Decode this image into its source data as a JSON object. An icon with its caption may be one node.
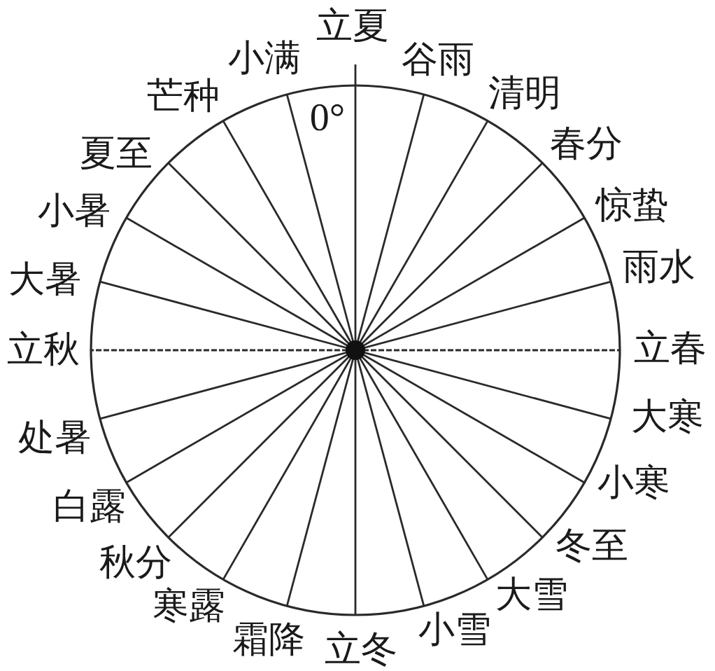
{
  "diagram": {
    "labels": [
      "立夏",
      "谷雨",
      "清明",
      "春分",
      "惊蛰",
      "雨水",
      "立春",
      "大寒",
      "小寒",
      "冬至",
      "大雪",
      "小雪",
      "立冬",
      "霜降",
      "寒露",
      "秋分",
      "白露",
      "处暑",
      "立秋",
      "大暑",
      "小暑",
      "夏至",
      "芒种",
      "小满",
      "0°"
    ]
  }
}
